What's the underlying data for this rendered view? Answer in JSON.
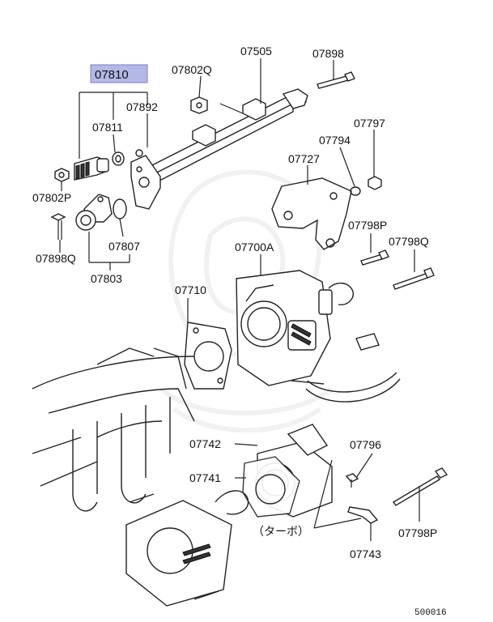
{
  "selected_part": "07810",
  "colors": {
    "highlight_fill": "#b3b8e6",
    "highlight_stroke": "#7a82c8",
    "line": "#222222",
    "background": "#ffffff"
  },
  "labels": {
    "p07810": "07810",
    "p07802q": "07802Q",
    "p07505": "07505",
    "p07898": "07898",
    "p07892": "07892",
    "p07811": "07811",
    "p07797": "07797",
    "p07794": "07794",
    "p07727": "07727",
    "p07802p": "07802P",
    "p07798p_top": "07798P",
    "p07798q": "07798Q",
    "p07898q": "07898Q",
    "p07807": "07807",
    "p07700a": "07700A",
    "p07803": "07803",
    "p07710": "07710",
    "p07742": "07742",
    "p07796": "07796",
    "p07741": "07741",
    "p07798p_bottom": "07798P",
    "p07743": "07743",
    "turbo_note": "（ターボ）"
  },
  "footer_code": "500016"
}
